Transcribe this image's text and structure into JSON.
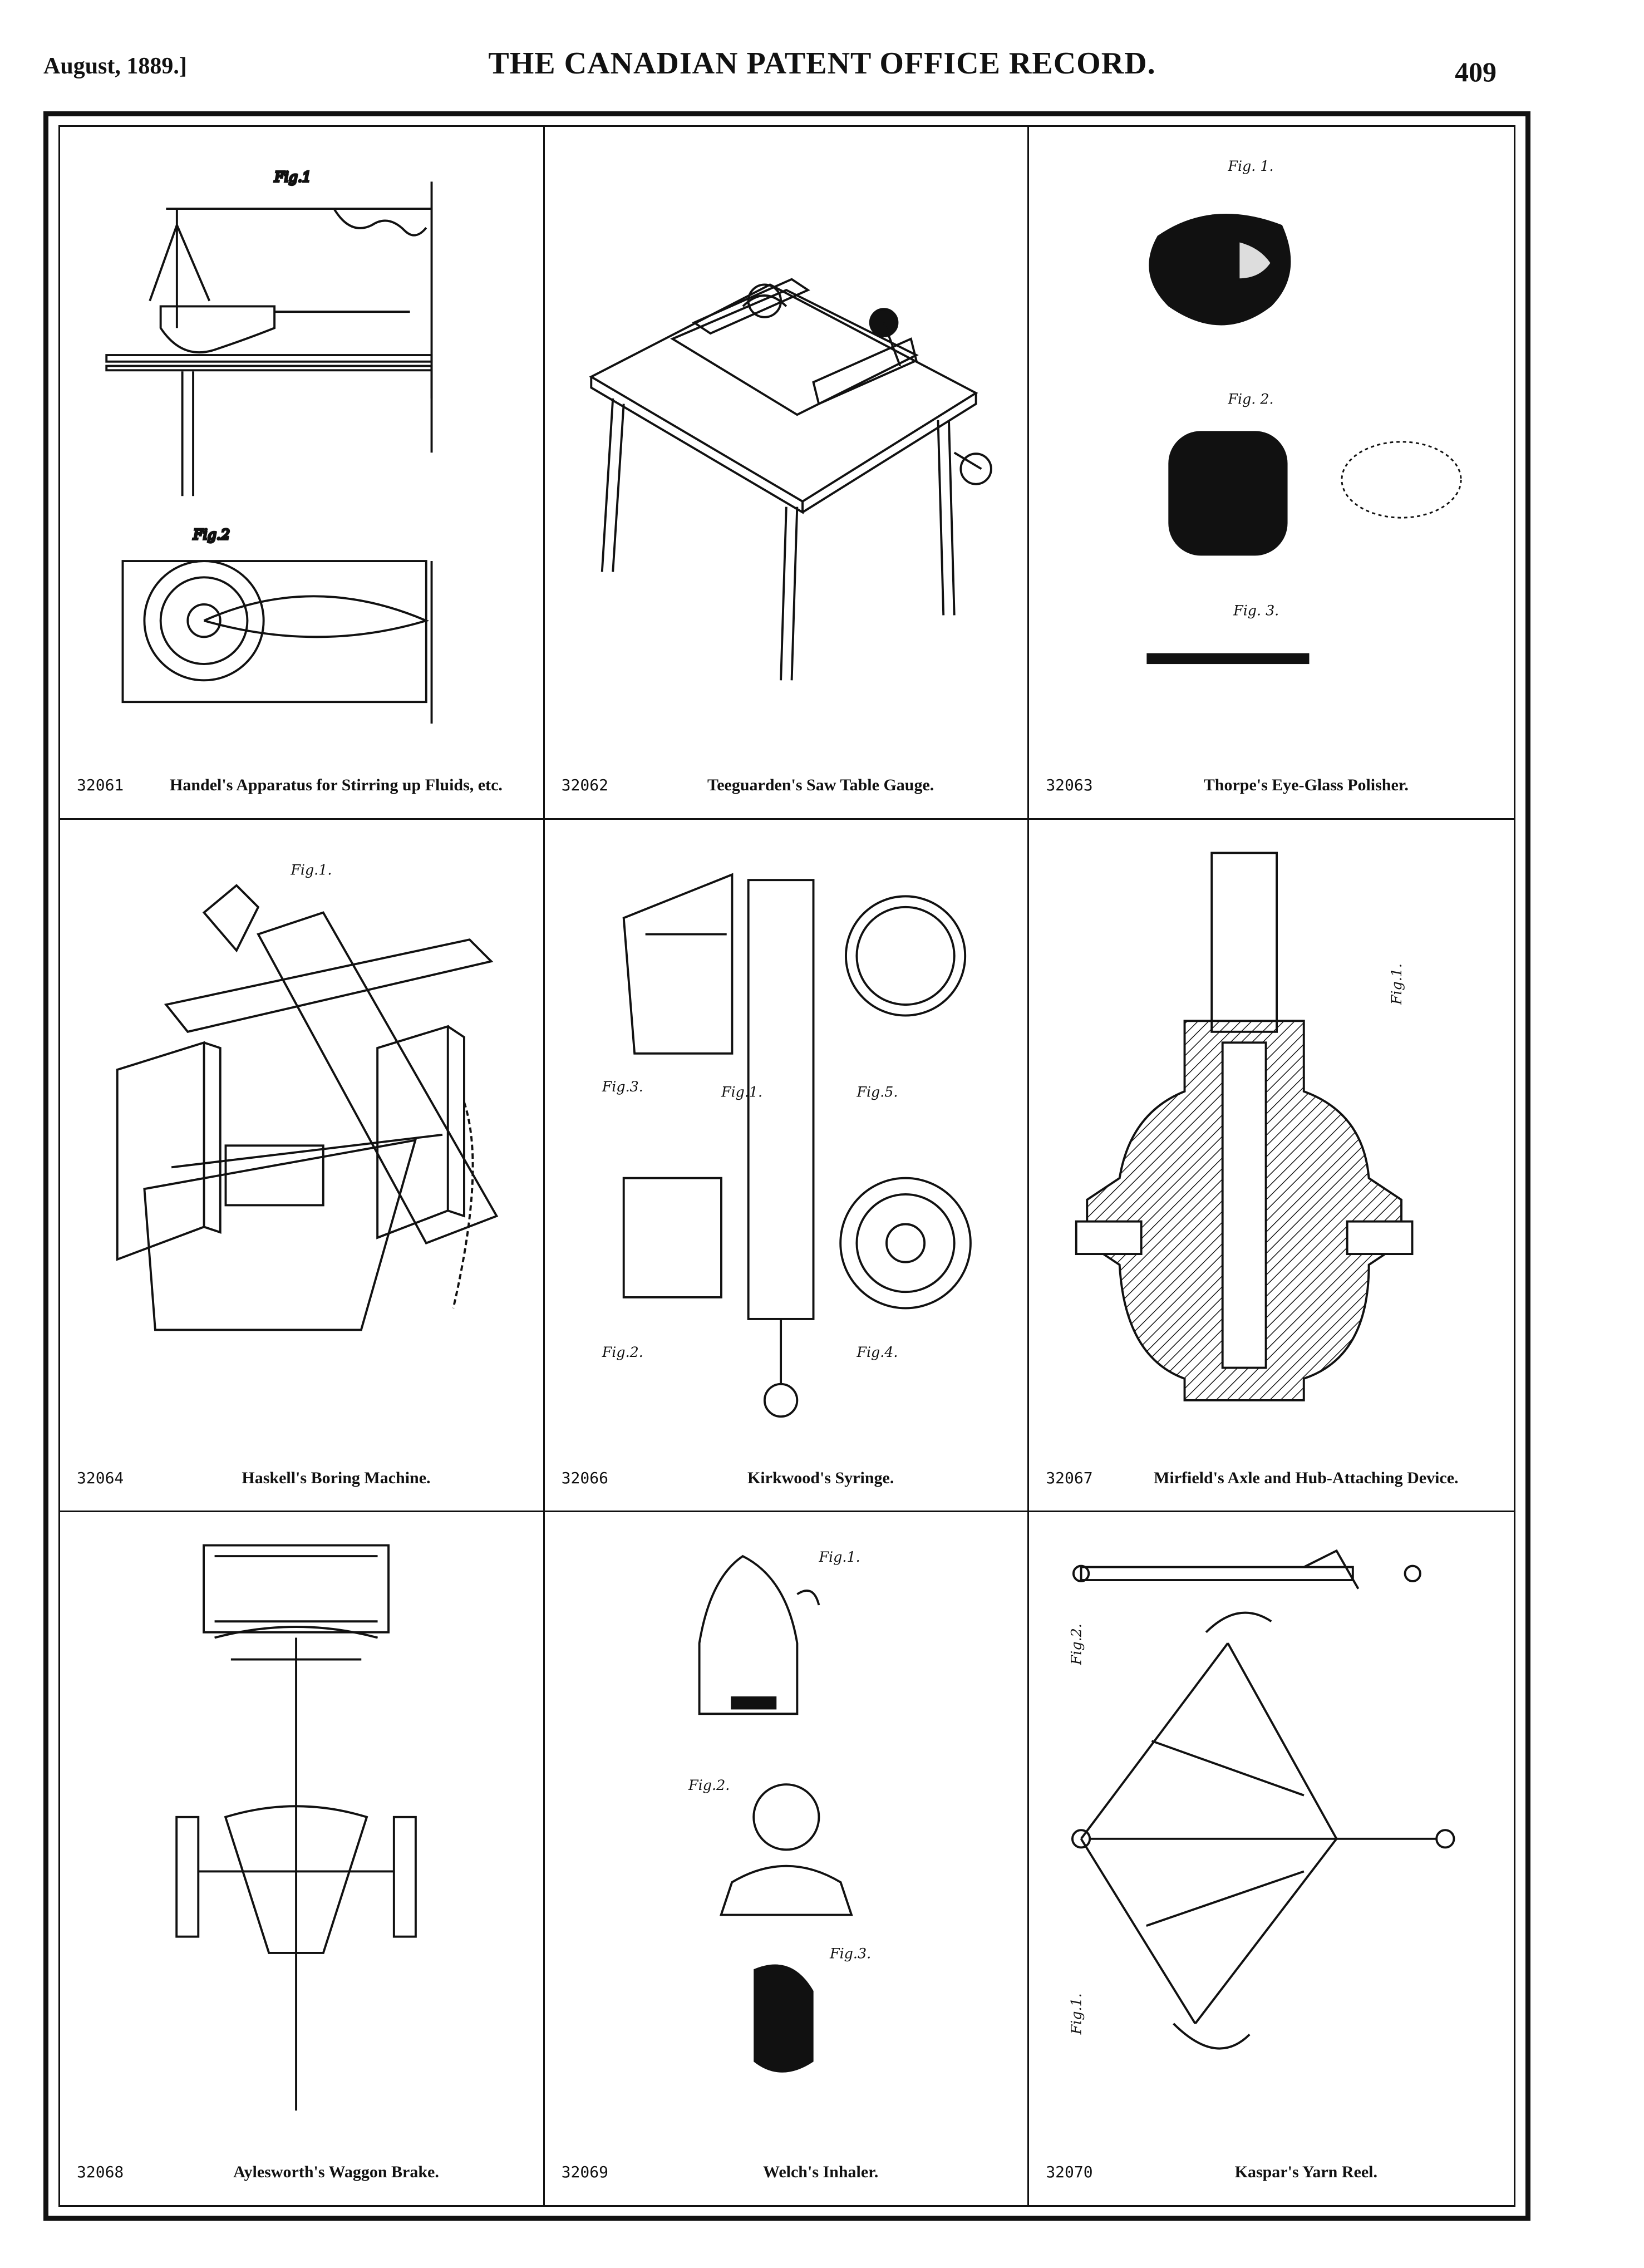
{
  "header": {
    "date": "August, 1889.]",
    "title": "THE CANADIAN PATENT OFFICE RECORD.",
    "page_number": "409"
  },
  "patents": [
    {
      "number": "32061",
      "title": "Handel's Apparatus for Stirring up Fluids, etc.",
      "fig_labels": [
        "Fig.1",
        "Fig.2"
      ]
    },
    {
      "number": "32062",
      "title": "Teeguarden's Saw Table Gauge.",
      "fig_labels": []
    },
    {
      "number": "32063",
      "title": "Thorpe's Eye-Glass Polisher.",
      "fig_labels": [
        "Fig. 1.",
        "Fig. 2.",
        "Fig. 3."
      ]
    },
    {
      "number": "32064",
      "title": "Haskell's Boring Machine.",
      "fig_labels": [
        "Fig.1."
      ]
    },
    {
      "number": "32066",
      "title": "Kirkwood's Syringe.",
      "fig_labels": [
        "Fig.1.",
        "Fig.2.",
        "Fig.3.",
        "Fig.4.",
        "Fig.5."
      ]
    },
    {
      "number": "32067",
      "title": "Mirfield's Axle and Hub-Attaching Device.",
      "fig_labels": [
        "Fig.1."
      ]
    },
    {
      "number": "32068",
      "title": "Aylesworth's Waggon Brake.",
      "fig_labels": []
    },
    {
      "number": "32069",
      "title": "Welch's Inhaler.",
      "fig_labels": [
        "Fig.1.",
        "Fig.2.",
        "Fig.3."
      ]
    },
    {
      "number": "32070",
      "title": "Kaspar's Yarn Reel.",
      "fig_labels": [
        "Fig.1.",
        "Fig.2."
      ]
    }
  ]
}
